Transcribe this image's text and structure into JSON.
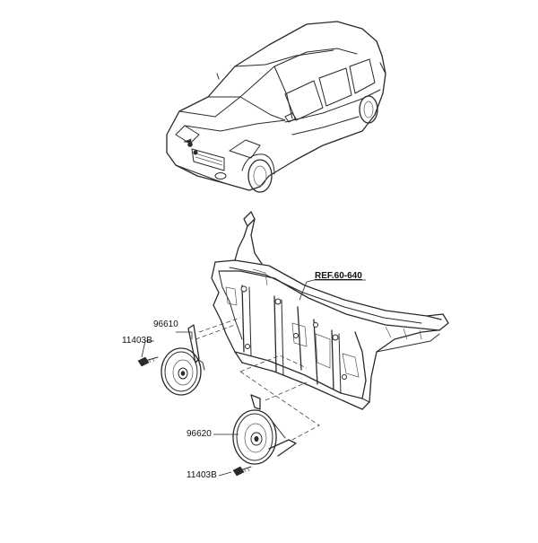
{
  "labels": {
    "ref": "REF.60-640",
    "horn_high": "96610",
    "horn_low": "96620",
    "bolt_upper": "11403B",
    "bolt_lower": "11403B"
  },
  "icons": [
    "car-illustration",
    "front-panel-illustration",
    "horn-illustration",
    "bolt-illustration"
  ]
}
